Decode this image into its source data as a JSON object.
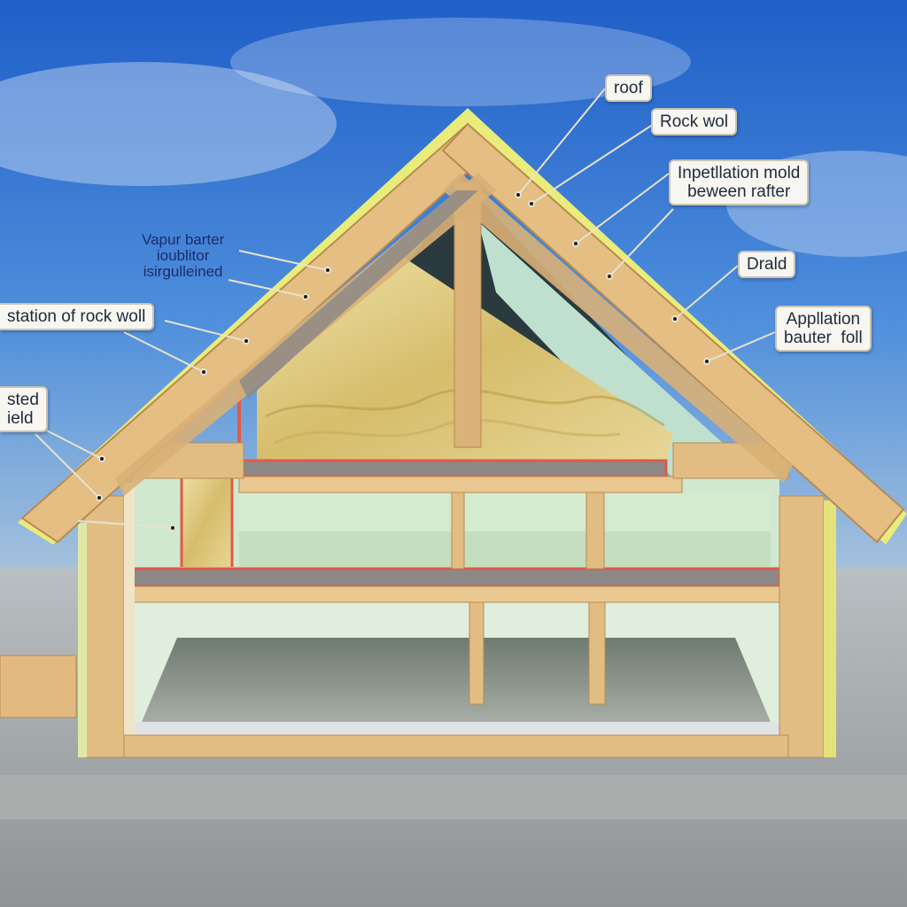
{
  "labels": {
    "roof": "roof",
    "rock_wool": "Rock wol",
    "installation_mold": "Inpetllation mold\nbeween rafter",
    "drald": "Drald",
    "application_barrier": "Appllation\nbauter  foll",
    "station_rock_wool": "station of rock woll",
    "sted_field": "sted\nield",
    "vapor_barrier": "Vapur barter\nioublitor\nisirgulleined"
  },
  "colors": {
    "sky": "#3f7fd6",
    "timber": "#e2bd83",
    "timber_dark": "#b98a4f",
    "insulation": "#d8c27a",
    "vapor_red": "#e05a48",
    "wall_panel": "#c9e6c8",
    "ground": "#9a9c9a"
  }
}
